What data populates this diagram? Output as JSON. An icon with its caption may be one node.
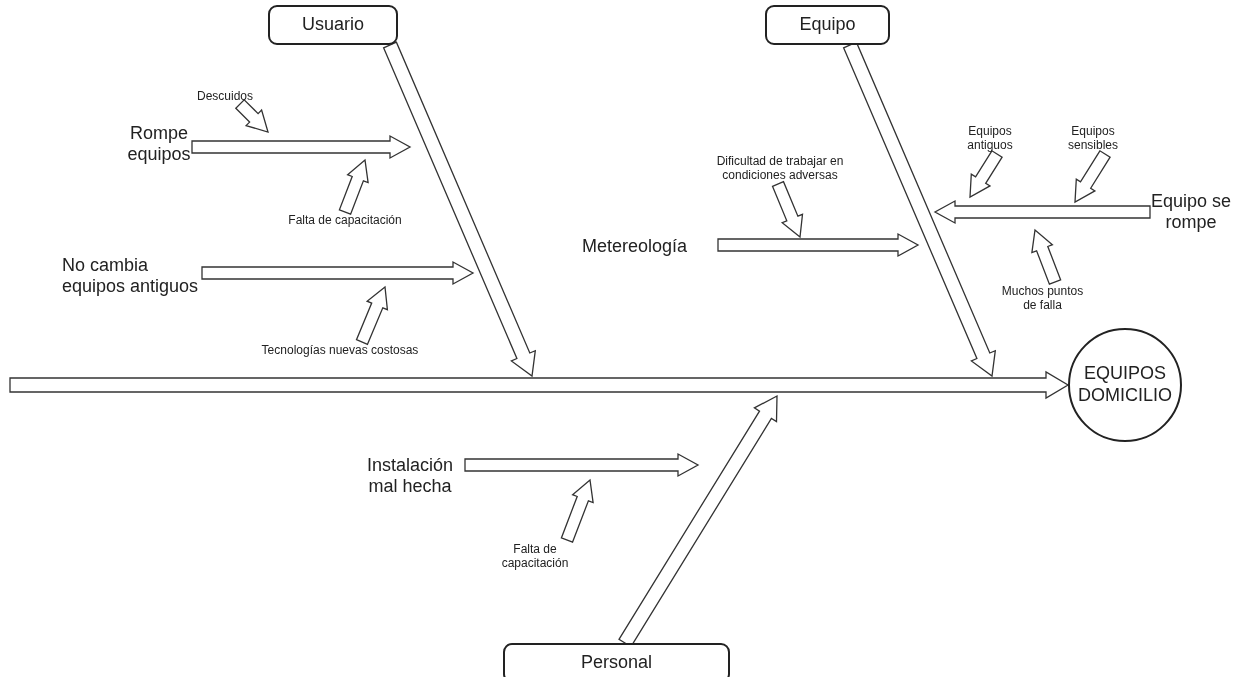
{
  "diagram": {
    "nodes": [
      {
        "text": [
          "Usuario"
        ]
      },
      {
        "text": [
          "Equipo"
        ]
      },
      {
        "text": [
          "EQUIPOS DOMICILIO"
        ]
      },
      {
        "text": [
          "Personal"
        ]
      },
      {
        "text": [
          "Rompe equipos"
        ]
      },
      {
        "text": [
          "Descuidos"
        ]
      },
      {
        "text": [
          "Falta de capacitación"
        ]
      },
      {
        "text": [
          "No cambia equipos antiguos"
        ]
      },
      {
        "text": [
          "Tecnologías nuevas costosas"
        ]
      },
      {
        "text": [
          "Dificultad de trabajar en condiciones adversas"
        ]
      },
      {
        "text": [
          "Metereología"
        ]
      },
      {
        "text": [
          "Equipos antiguos"
        ]
      },
      {
        "text": [
          "Equipos sensibles"
        ]
      },
      {
        "text": [
          "Equipo se rompe"
        ]
      },
      {
        "text": [
          "Muchos puntos de falla"
        ]
      },
      {
        "text": [
          "Instalación mal hecha"
        ]
      },
      {
        "text": [
          "Falta de capacitación"
        ]
      }
    ],
    "edges": [
      {
        "from": null,
        "to": 2,
        "arrow": "to"
      },
      {
        "from": 0,
        "to": null,
        "arrow": "to"
      },
      {
        "from": 1,
        "to": null,
        "arrow": "to"
      },
      {
        "from": 3,
        "to": null,
        "arrow": "to"
      },
      {
        "from": 4,
        "to": null,
        "arrow": "to"
      },
      {
        "from": 5,
        "to": null,
        "arrow": "to"
      },
      {
        "from": 6,
        "to": null,
        "arrow": "to"
      },
      {
        "from": 7,
        "to": null,
        "arrow": "to"
      },
      {
        "from": 8,
        "to": null,
        "arrow": "to"
      },
      {
        "from": 9,
        "to": null,
        "arrow": "to"
      },
      {
        "from": 10,
        "to": null,
        "arrow": "to"
      },
      {
        "from": 11,
        "to": null,
        "arrow": "to"
      },
      {
        "from": 12,
        "to": null,
        "arrow": "to"
      },
      {
        "from": 13,
        "to": null,
        "arrow": "to"
      },
      {
        "from": 14,
        "to": null,
        "arrow": "to"
      },
      {
        "from": 15,
        "to": null,
        "arrow": "to"
      },
      {
        "from": 16,
        "to": null,
        "arrow": "to"
      }
    ]
  }
}
